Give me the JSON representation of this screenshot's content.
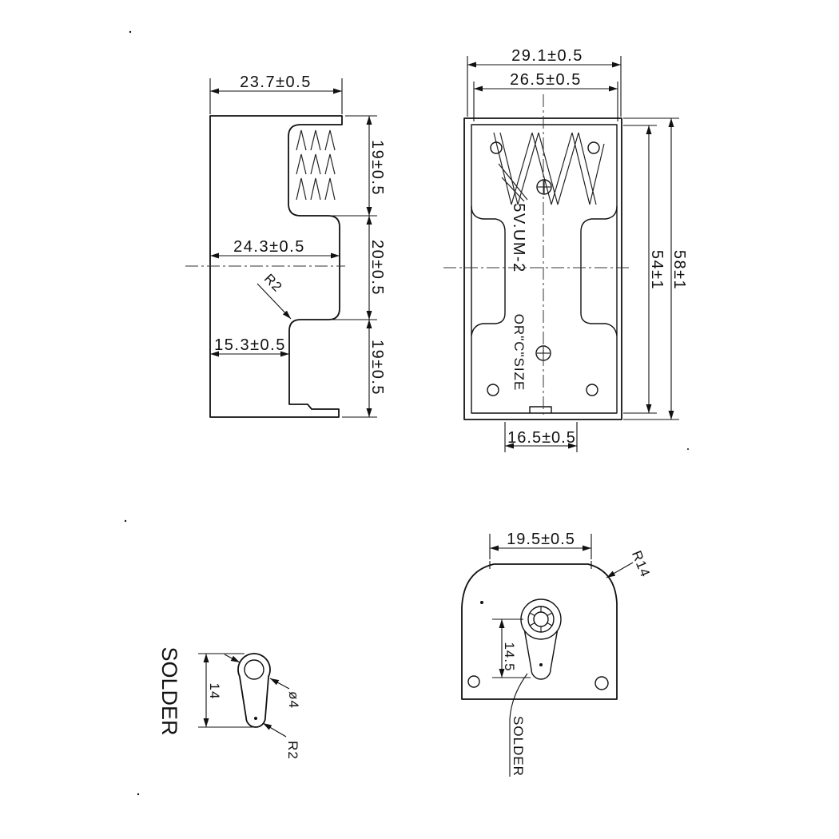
{
  "side_view": {
    "width_overall": "23.7±0.5",
    "height_top": "19±0.5",
    "width_middle": "24.3±0.5",
    "height_middle": "20±0.5",
    "bend_radius": "R2",
    "width_bottom": "15.3±0.5",
    "height_bottom": "19±0.5"
  },
  "top_view": {
    "width_overall": "29.1±0.5",
    "width_inner": "26.5±0.5",
    "marking_model": "5V.UM-2",
    "marking_size": "OR\"C\"SIZE",
    "length_inner": "54±1",
    "length_overall": "58±1",
    "slot_width": "16.5±0.5"
  },
  "end_view": {
    "width": "19.5±0.5",
    "corner_radius": "R14",
    "terminal_height": "14.5",
    "terminal_label": "SOLDER"
  },
  "solder_tab_detail": {
    "label": "SOLDER",
    "length": "14",
    "hole_diameter": "ø4",
    "end_radius": "R2"
  }
}
